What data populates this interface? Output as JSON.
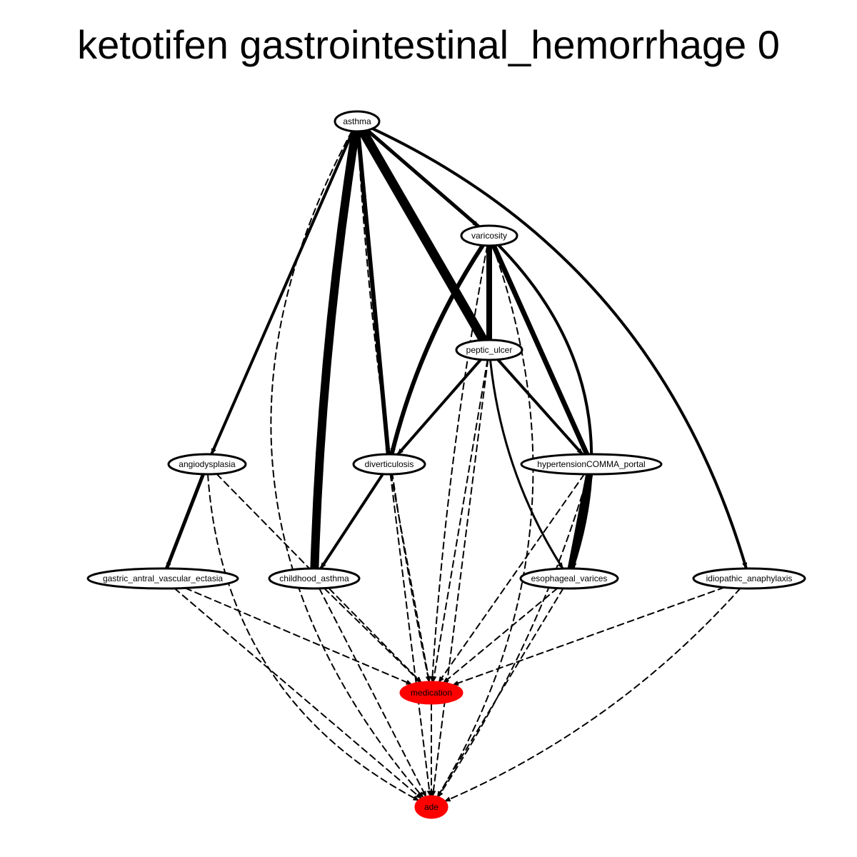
{
  "title": "ketotifen gastrointestinal_hemorrhage 0",
  "colors": {
    "highlight": "#ff0000",
    "node_fill": "#ffffff",
    "stroke": "#000000"
  },
  "nodes": [
    {
      "id": "asthma",
      "label": "asthma",
      "highlight": false
    },
    {
      "id": "varicosity",
      "label": "varicosity",
      "highlight": false
    },
    {
      "id": "peptic_ulcer",
      "label": "peptic_ulcer",
      "highlight": false
    },
    {
      "id": "angiodysplasia",
      "label": "angiodysplasia",
      "highlight": false
    },
    {
      "id": "diverticulosis",
      "label": "diverticulosis",
      "highlight": false
    },
    {
      "id": "hypertension_portal",
      "label": "hypertensionCOMMA_portal",
      "highlight": false
    },
    {
      "id": "gave",
      "label": "gastric_antral_vascular_ectasia",
      "highlight": false
    },
    {
      "id": "childhood_asthma",
      "label": "childhood_asthma",
      "highlight": false
    },
    {
      "id": "esophageal_varices",
      "label": "esophageal_varices",
      "highlight": false
    },
    {
      "id": "idiopathic_anaphylaxis",
      "label": "idiopathic_anaphylaxis",
      "highlight": false
    },
    {
      "id": "medication",
      "label": "medication",
      "highlight": true
    },
    {
      "id": "ade",
      "label": "ade",
      "highlight": true
    }
  ],
  "edges": [
    {
      "from": "asthma",
      "to": "varicosity",
      "style": "solid",
      "weight": 5
    },
    {
      "from": "asthma",
      "to": "peptic_ulcer",
      "style": "solid",
      "weight": 13
    },
    {
      "from": "asthma",
      "to": "angiodysplasia",
      "style": "solid",
      "weight": 4
    },
    {
      "from": "asthma",
      "to": "diverticulosis",
      "style": "solid",
      "weight": 6
    },
    {
      "from": "asthma",
      "to": "childhood_asthma",
      "style": "solid",
      "weight": 12
    },
    {
      "from": "asthma",
      "to": "idiopathic_anaphylaxis",
      "style": "solid",
      "weight": 4
    },
    {
      "from": "asthma",
      "to": "medication",
      "style": "dashed",
      "weight": 2
    },
    {
      "from": "asthma",
      "to": "ade",
      "style": "dashed",
      "weight": 2
    },
    {
      "from": "varicosity",
      "to": "peptic_ulcer",
      "style": "solid",
      "weight": 8
    },
    {
      "from": "varicosity",
      "to": "diverticulosis",
      "style": "solid",
      "weight": 6
    },
    {
      "from": "varicosity",
      "to": "hypertension_portal",
      "style": "solid",
      "weight": 7
    },
    {
      "from": "varicosity",
      "to": "esophageal_varices",
      "style": "solid",
      "weight": 4
    },
    {
      "from": "varicosity",
      "to": "medication",
      "style": "dashed",
      "weight": 2
    },
    {
      "from": "varicosity",
      "to": "ade",
      "style": "dashed",
      "weight": 2
    },
    {
      "from": "peptic_ulcer",
      "to": "diverticulosis",
      "style": "solid",
      "weight": 4
    },
    {
      "from": "peptic_ulcer",
      "to": "hypertension_portal",
      "style": "solid",
      "weight": 4
    },
    {
      "from": "peptic_ulcer",
      "to": "esophageal_varices",
      "style": "solid",
      "weight": 3
    },
    {
      "from": "peptic_ulcer",
      "to": "medication",
      "style": "dashed",
      "weight": 2
    },
    {
      "from": "peptic_ulcer",
      "to": "ade",
      "style": "dashed",
      "weight": 2
    },
    {
      "from": "angiodysplasia",
      "to": "gave",
      "style": "solid",
      "weight": 5
    },
    {
      "from": "angiodysplasia",
      "to": "medication",
      "style": "dashed",
      "weight": 2
    },
    {
      "from": "angiodysplasia",
      "to": "ade",
      "style": "dashed",
      "weight": 2
    },
    {
      "from": "diverticulosis",
      "to": "childhood_asthma",
      "style": "solid",
      "weight": 4
    },
    {
      "from": "diverticulosis",
      "to": "medication",
      "style": "dashed",
      "weight": 2
    },
    {
      "from": "diverticulosis",
      "to": "ade",
      "style": "dashed",
      "weight": 2
    },
    {
      "from": "hypertension_portal",
      "to": "esophageal_varices",
      "style": "solid",
      "weight": 10
    },
    {
      "from": "hypertension_portal",
      "to": "medication",
      "style": "dashed",
      "weight": 2
    },
    {
      "from": "hypertension_portal",
      "to": "ade",
      "style": "dashed",
      "weight": 2
    },
    {
      "from": "gave",
      "to": "medication",
      "style": "dashed",
      "weight": 2
    },
    {
      "from": "gave",
      "to": "ade",
      "style": "dashed",
      "weight": 2
    },
    {
      "from": "childhood_asthma",
      "to": "medication",
      "style": "dashed",
      "weight": 2
    },
    {
      "from": "childhood_asthma",
      "to": "ade",
      "style": "dashed",
      "weight": 2
    },
    {
      "from": "esophageal_varices",
      "to": "medication",
      "style": "dashed",
      "weight": 2
    },
    {
      "from": "esophageal_varices",
      "to": "ade",
      "style": "dashed",
      "weight": 2
    },
    {
      "from": "idiopathic_anaphylaxis",
      "to": "medication",
      "style": "dashed",
      "weight": 2
    },
    {
      "from": "idiopathic_anaphylaxis",
      "to": "ade",
      "style": "dashed",
      "weight": 2
    },
    {
      "from": "medication",
      "to": "ade",
      "style": "dashed",
      "weight": 2
    }
  ]
}
